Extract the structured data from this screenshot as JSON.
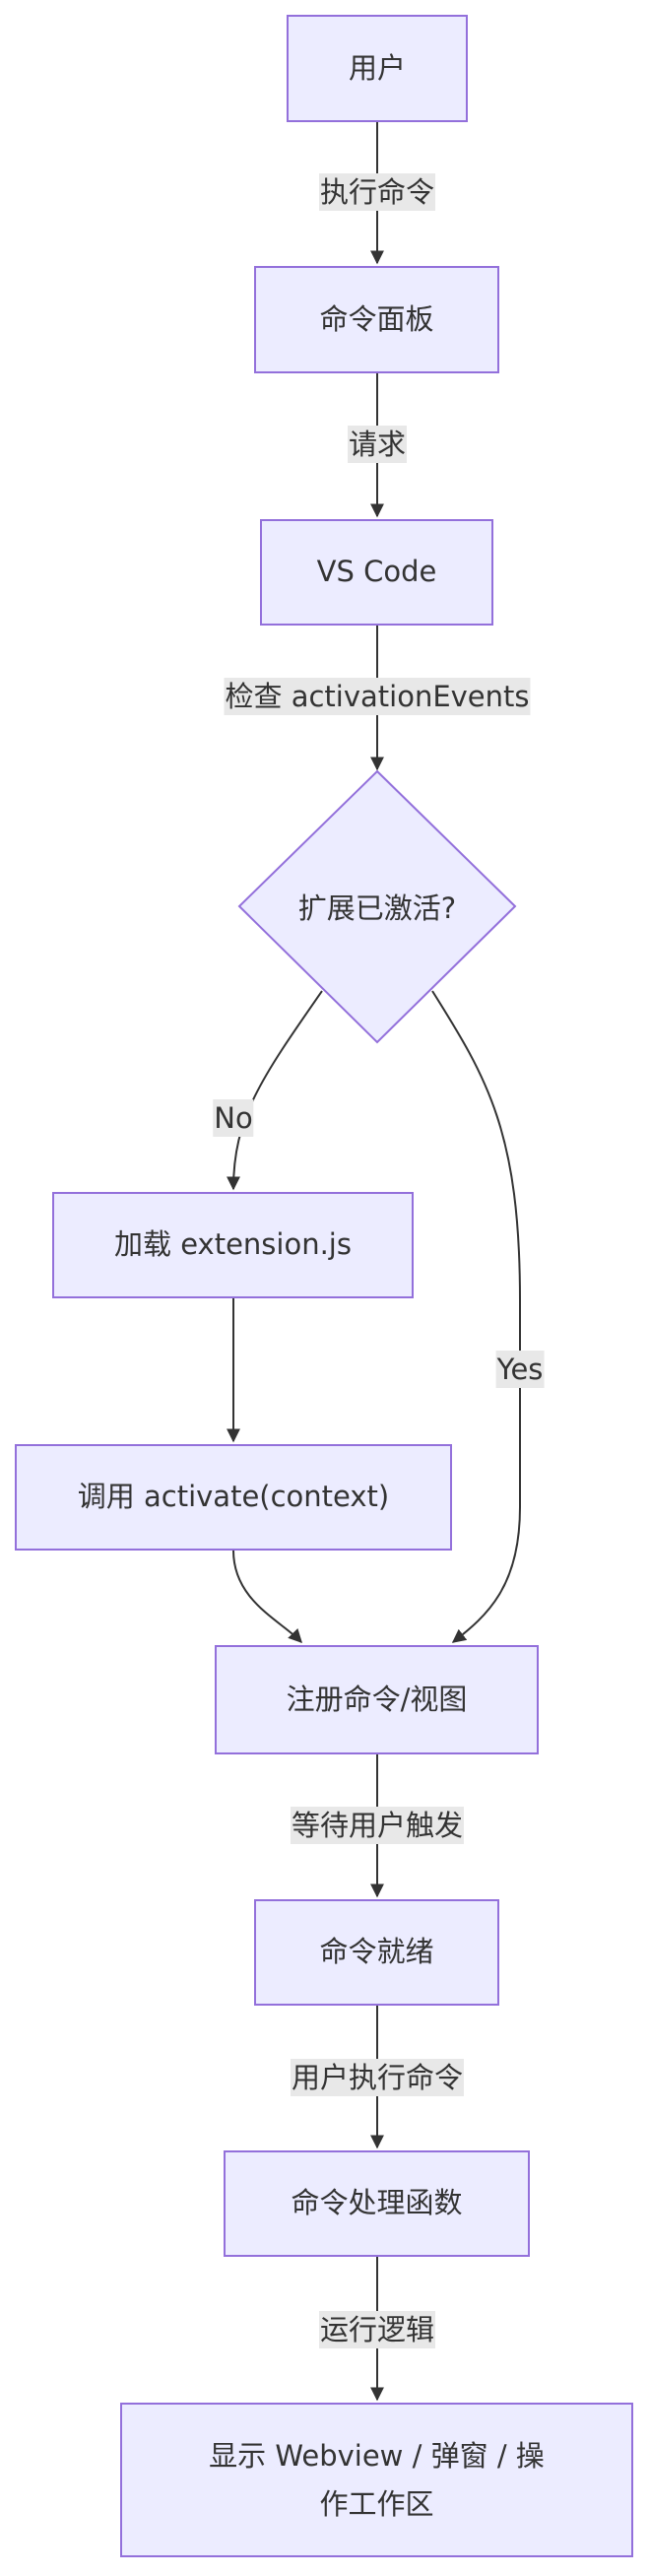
{
  "diagram": {
    "nodes": {
      "user": "用户",
      "palette": "命令面板",
      "vscode": "VS Code",
      "activated_q": "扩展已激活?",
      "load": "加载 extension.js",
      "activate": "调用 activate(context)",
      "register": "注册命令/视图",
      "ready": "命令就绪",
      "handler": "命令处理函数",
      "display_line1": "显示 Webview / 弹窗 / 操",
      "display_line2": "作工作区"
    },
    "edges": {
      "execute_command": "执行命令",
      "request": "请求",
      "check_events": "检查 activationEvents",
      "no": "No",
      "yes": "Yes",
      "wait_trigger": "等待用户触发",
      "user_execute": "用户执行命令",
      "run_logic": "运行逻辑"
    }
  }
}
